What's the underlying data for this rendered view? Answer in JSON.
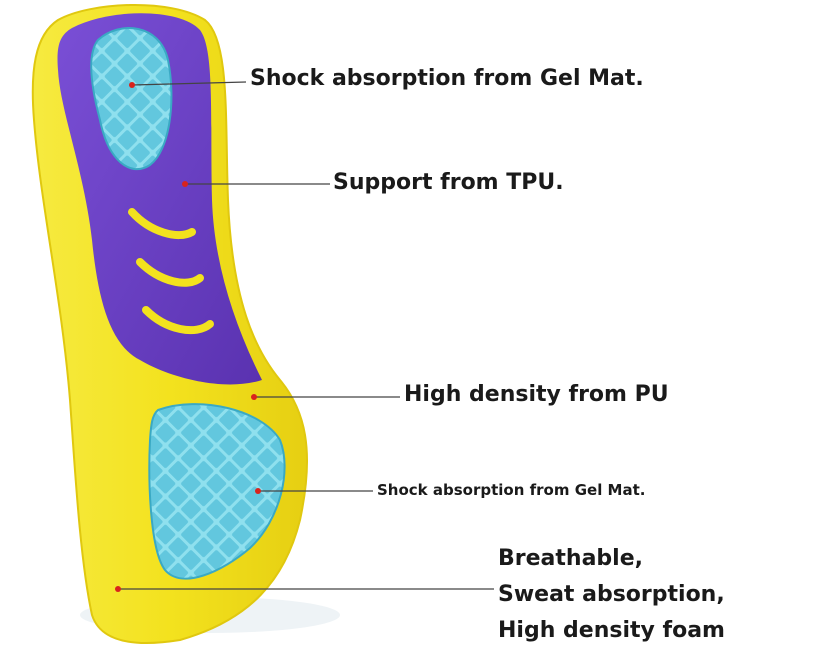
{
  "callouts": [
    {
      "id": "gel-forefoot",
      "text": "Shock absorption from Gel Mat."
    },
    {
      "id": "tpu",
      "text": "Support from TPU."
    },
    {
      "id": "pu",
      "text": "High density from PU"
    },
    {
      "id": "gel-heel",
      "text": "Shock absorption from Gel Mat."
    },
    {
      "id": "foam",
      "lines": [
        "Breathable,",
        "Sweat absorption,",
        "High density foam"
      ]
    }
  ],
  "colors": {
    "yellow": "#f3e21e",
    "yellow_dark": "#d8c20f",
    "purple": "#6b3fc4",
    "purple_dark": "#4f2aa0",
    "gel_blue": "#6fd3e6",
    "gel_blue_dark": "#3aa9c4",
    "marker_red": "#d9231d",
    "leader_line": "#444444"
  }
}
